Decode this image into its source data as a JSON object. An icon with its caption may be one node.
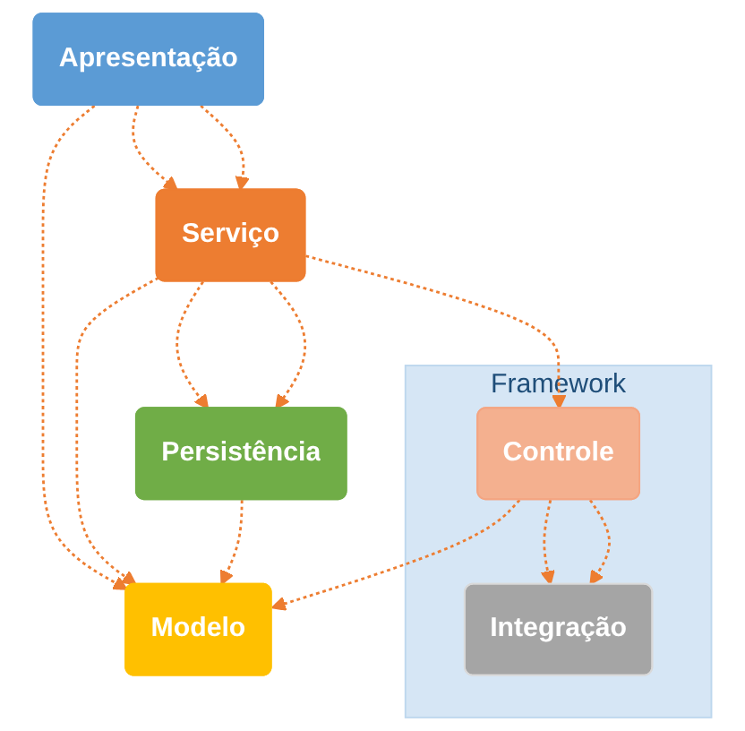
{
  "diagram": {
    "nodes": [
      {
        "text": [
          "Modelo"
        ]
      },
      {
        "text": [
          "Apresentação"
        ]
      },
      {
        "text": [
          "Serviço"
        ]
      },
      {
        "text": [
          "Persistência"
        ]
      },
      {
        "text": [
          "Framework"
        ]
      },
      {
        "text": [
          "Controle"
        ],
        "in": 4
      },
      {
        "text": [
          "Integração"
        ],
        "in": 4
      }
    ],
    "edges": [
      {
        "from": 1,
        "to": 0,
        "arrow": "to",
        "style": "dashed"
      },
      {
        "from": 1,
        "to": 2,
        "arrow": "to",
        "style": "dashed"
      },
      {
        "from": 1,
        "to": 2,
        "arrow": "to",
        "style": "dashed"
      },
      {
        "from": 2,
        "to": 0,
        "arrow": "to",
        "style": "dashed"
      },
      {
        "from": 2,
        "to": 3,
        "arrow": "to",
        "style": "dashed"
      },
      {
        "from": 2,
        "to": 3,
        "arrow": "to",
        "style": "dashed"
      },
      {
        "from": 2,
        "to": 5,
        "arrow": "to",
        "style": "dashed"
      },
      {
        "from": 3,
        "to": 0,
        "arrow": "to",
        "style": "dashed"
      },
      {
        "from": 5,
        "to": 0,
        "arrow": "to",
        "style": "dashed"
      },
      {
        "from": 5,
        "to": 6,
        "arrow": "to",
        "style": "dashed"
      },
      {
        "from": 5,
        "to": 6,
        "arrow": "to",
        "style": "dashed"
      }
    ]
  }
}
